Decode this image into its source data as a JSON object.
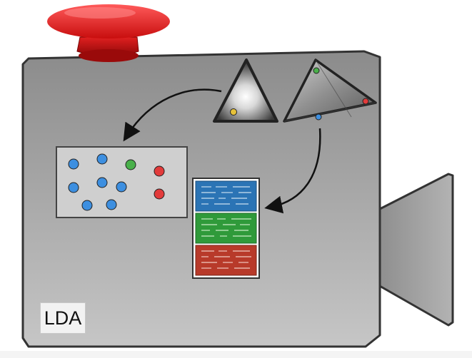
{
  "diagram": {
    "label": "LDA",
    "colors": {
      "body_top": "#8a8a8a",
      "body_bottom": "#c7c7c7",
      "button": "#d81b1b",
      "dot_blue": "#3d8fe0",
      "dot_green": "#49b04a",
      "dot_red": "#e23b3b",
      "doc_blue": "#2b74b5",
      "doc_green": "#2f9a3a",
      "doc_red": "#b83a2a",
      "arrow": "#111111"
    },
    "icons": {
      "record_button": "red-record-button",
      "viewfinder": "camera-lens-triangle",
      "triangle_left": "single-topic-triangle",
      "triangle_right": "topic-simplex-triangle"
    }
  }
}
